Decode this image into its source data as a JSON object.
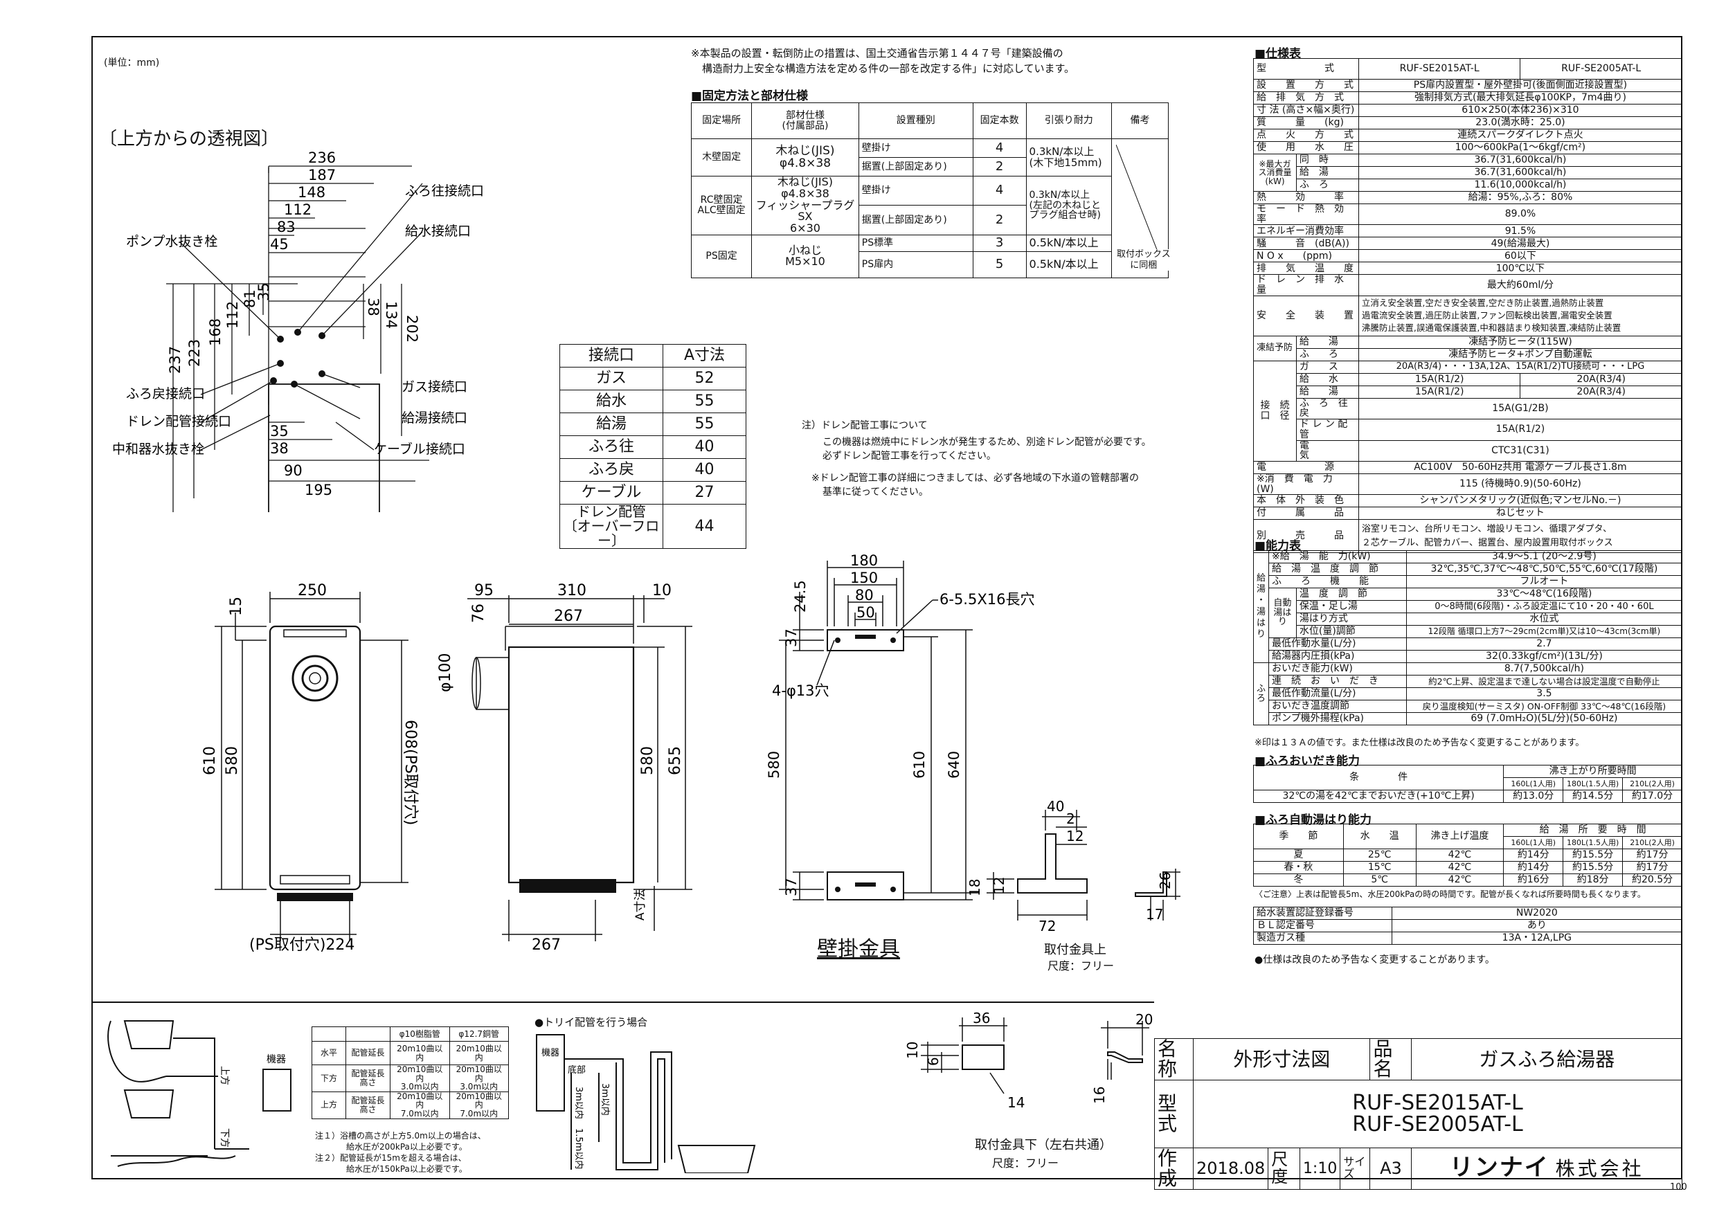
{
  "unit_note": "(単位：mm)",
  "top_view_title": "〔上方からの透視図〕",
  "top_view_labels": {
    "pump_drain": "ポンプ水抜き栓",
    "furo_out": "ふろ往接続口",
    "water_in": "給水接続口",
    "furo_return": "ふろ戻接続口",
    "drain_pipe": "ドレン配管接続口",
    "neutralizer_drain": "中和器水抜き栓",
    "gas": "ガス接続口",
    "hot_water": "給湯接続口",
    "cable": "ケーブル接続口"
  },
  "top_view_dims": {
    "d236": "236",
    "d187": "187",
    "d148": "148",
    "d112": "112",
    "d83": "83",
    "d45": "45",
    "v237": "237",
    "v223": "223",
    "v168": "168",
    "v112": "112",
    "v81": "81",
    "v35": "35",
    "v38": "38",
    "v134": "134",
    "v202": "202",
    "b35": "35",
    "b38": "38",
    "b90": "90",
    "b195": "195"
  },
  "notice": [
    "※本製品の設置・転倒防止の措置は、国土交通省告示第１４４７号「建築設備の",
    "構造耐力上安全な構造方法を定める件の一部を改定する件」に対応しています。"
  ],
  "fix_table": {
    "title": "■固定方法と部材仕様",
    "headers": [
      "固定場所",
      "部材仕様\n(付属部品)",
      "設置種別",
      "固定本数",
      "引張り耐力",
      "備考"
    ],
    "r1": {
      "place": "木壁固定",
      "part": "木ねじ(JIS)\nφ4.8×38",
      "t1": "壁掛け",
      "n1": "4",
      "f1": "0.3kN/本以上\n(木下地15mm)",
      "t2": "据置(上部固定あり)",
      "n2": "2"
    },
    "r2": {
      "place": "RC壁固定\nALC壁固定",
      "part": "木ねじ(JIS)\nφ4.8×38\nフィッシャープラグSX\n6×30",
      "t1": "壁掛け",
      "n1": "4",
      "f1": "0.3kN/本以上\n(左記の木ねじと\nプラグ組合せ時)",
      "t2": "据置(上部固定あり)",
      "n2": "2"
    },
    "r3": {
      "place": "PS固定",
      "part": "小ねじ\nM5×10",
      "t1": "PS標準",
      "n1": "3",
      "f1": "0.5kN/本以上",
      "t2": "PS扉内",
      "n2": "5",
      "f2": "0.5kN/本以上",
      "note": "取付ボックス\nに同梱"
    }
  },
  "conn_table": {
    "headers": [
      "接続口",
      "A寸法"
    ],
    "rows": [
      [
        "ガス",
        "52"
      ],
      [
        "給水",
        "55"
      ],
      [
        "給湯",
        "55"
      ],
      [
        "ふろ往",
        "40"
      ],
      [
        "ふろ戻",
        "40"
      ],
      [
        "ケーブル",
        "27"
      ],
      [
        "ドレン配管\n〔オーバーフロー〕",
        "44"
      ]
    ]
  },
  "drain_note": [
    "注）ドレン配管工事について",
    "この機器は燃焼中にドレン水が発生するため、別途ドレン配管が必要です。",
    "必ずドレン配管工事を行ってください。",
    "※ドレン配管工事の詳細につきましては、必ず各地域の下水道の管轄部署の",
    "基準に従ってください。"
  ],
  "spec": {
    "title": "■仕様表",
    "model_label": "型　　　　　　式",
    "models": [
      "RUF-SE2015AT-L",
      "RUF-SE2005AT-L"
    ],
    "rows": [
      [
        "設　　置　　方　　式",
        "PS扉内設置型・屋外壁掛可(後面側面近接設置型)"
      ],
      [
        "給　排　気　方　式",
        "強制排気方式(最大排気延長φ100KP，7m4曲り)"
      ],
      [
        "寸 法 (高さ×幅×奥行)",
        "610×250(本体236)×310"
      ],
      [
        "質　　　量　　(kg)",
        "23.0(満水時：25.0)"
      ],
      [
        "点　　火　　方　　式",
        "連続スパークダイレクト点火"
      ],
      [
        "使　　用　　水　　圧",
        "100〜600kPa(1〜6kgf/cm²)"
      ]
    ],
    "gas_label": "※最大ガス消費量\n(kW)",
    "gas_rows": [
      [
        "同　時",
        "36.7(31,600kcal/h)"
      ],
      [
        "給　湯",
        "36.7(31,600kcal/h)"
      ],
      [
        "ふ　ろ",
        "11.6(10,000kcal/h)"
      ]
    ],
    "rows2": [
      [
        "熱　　　効　　　率",
        "給湯：95%,ふろ：80%"
      ],
      [
        "モ　ー　ド　熱　効　率",
        "89.0%"
      ],
      [
        "エネルギー消費効率",
        "91.5%"
      ],
      [
        "騒　　　音　(dB(A))",
        "49(給湯最大)"
      ],
      [
        "N O x　　(ppm)",
        "60以下"
      ],
      [
        "排　　気　　温　　度",
        "100℃以下"
      ],
      [
        "ド　レ　ン　排　水　量",
        "最大約60ml/分"
      ]
    ],
    "safety_label": "安　　全　　装　　置",
    "safety": [
      "立消え安全装置,空だき安全装置,空だき防止装置,過熱防止装置",
      "過電流安全装置,過圧防止装置,ファン回転検出装置,漏電安全装置",
      "沸騰防止装置,誤通電保護装置,中和器詰まり検知装置,凍結防止装置"
    ],
    "freeze_label": "凍結予防",
    "freeze": [
      [
        "給　　湯",
        "凍結予防ヒータ(115W)"
      ],
      [
        "ふ　　ろ",
        "凍結予防ヒータ+ポンプ自動運転"
      ]
    ],
    "conn_label": "接　続\n口　径",
    "gas_conn": [
      "ガ　　ス",
      "20A(R3/4)・・・13A,12A、15A(R1/2)TU接続可・・・LPG"
    ],
    "conn_rows": [
      [
        "給　　水",
        "15A(R1/2)",
        "20A(R3/4)"
      ],
      [
        "給　　湯",
        "15A(R1/2)",
        "20A(R3/4)"
      ]
    ],
    "conn_rows2": [
      [
        "ふ　ろ　往　戻",
        "15A(G1/2B)"
      ],
      [
        "ド レ ン 配 管",
        "15A(R1/2)"
      ],
      [
        "電　　　　気",
        "CTC31(C31)"
      ]
    ],
    "rows3": [
      [
        "電　　　　　　源",
        "AC100V　50-60Hz共用 電源ケーブル長さ1.8m"
      ],
      [
        "※消　費　電　力　(W)",
        "115 (待機時0.9)(50-60Hz)"
      ],
      [
        "本　体　外　装　色",
        "シャンパンメタリック(近似色;マンセルNo.－)"
      ],
      [
        "付　　　属　　　品",
        "ねじセット"
      ]
    ],
    "sold_label": "別　　　売　　　品",
    "sold": [
      "浴室リモコン、台所リモコン、増設リモコン、循環アダプタ、",
      "２芯ケーブル、配管カバー、据置台、屋内設置用取付ボックス"
    ]
  },
  "perf": {
    "title": "■能力表",
    "side1": "給\n湯\n・\n湯\nは\nり",
    "rows": [
      [
        "※給　湯　能　力(kW)",
        "34.9〜5.1 (20〜2.9号)"
      ],
      [
        "給　湯　温　度　調　節",
        "32℃,35℃,37℃〜48℃,50℃,55℃,60℃(17段階)"
      ],
      [
        "ふ　　ろ　　機　　能",
        "フルオート"
      ]
    ],
    "auto_label": "自動\n湯はり",
    "auto": [
      [
        "温　度　調　節",
        "33℃〜48℃(16段階)"
      ],
      [
        "保温・足し湯",
        "0〜8時間(6段階)・ふろ設定温にて10・20・40・60L"
      ],
      [
        "湯はり方式",
        "水位式"
      ],
      [
        "水位(量)調節",
        "12段階 循環口上方7〜29cm(2cm単)又は10〜43cm(3cm単)"
      ]
    ],
    "rows2": [
      [
        "最低作動水量(L/分)",
        "2.7"
      ],
      [
        "給湯器内圧損(kPa)",
        "32(0.33kgf/cm²)(13L/分)"
      ]
    ],
    "side2": "ふ\nろ",
    "furo": [
      [
        "おいだき能力(kW)",
        "8.7(7,500kcal/h)"
      ],
      [
        "連　続　お　い　だ　き",
        "約2℃上昇、設定温まで達しない場合は設定温度で自動停止"
      ],
      [
        "最低作動流量(L/分)",
        "3.5"
      ],
      [
        "おいだき温度調節",
        "戻り温度検知(サーミスタ) ON-OFF制御 33℃〜48℃(16段階)"
      ],
      [
        "ポンプ機外揚程(kPa)",
        "69 (7.0mH₂O)(5L/分)(50-60Hz)"
      ]
    ],
    "footnote": "※印は１３Ａの値です。また仕様は改良のため予告なく変更することがあります。"
  },
  "reheat": {
    "title": "■ふろおいだき能力",
    "h1": "条　　　　件",
    "h2": "沸き上がり所要時間",
    "subs": [
      "160L(1人用)",
      "180L(1.5人用)",
      "210L(2人用)"
    ],
    "cond": "32℃の湯を42℃までおいだき(+10℃上昇)",
    "vals": [
      "約13.0分",
      "約14.5分",
      "約17.0分"
    ]
  },
  "autofill": {
    "title": "■ふろ自動湯はり能力",
    "headers": [
      "季　　節",
      "水　　温",
      "沸き上げ温度",
      "給　湯　所　要　時　間"
    ],
    "subs": [
      "160L(1人用)",
      "180L(1.5人用)",
      "210L(2人用)"
    ],
    "rows": [
      [
        "夏",
        "25℃",
        "42℃",
        "約14分",
        "約15.5分",
        "約17分"
      ],
      [
        "春・秋",
        "15℃",
        "42℃",
        "約14分",
        "約15.5分",
        "約17分"
      ],
      [
        "冬",
        "5℃",
        "42℃",
        "約16分",
        "約18分",
        "約20.5分"
      ]
    ],
    "note": "〈ご注意〉上表は配管長5m、水圧200kPaの時の時間です。配管が長くなれば所要時間も長くなります。"
  },
  "reg": {
    "rows": [
      [
        "給水装置認証登録番号",
        "NW2020"
      ],
      [
        "ＢＬ認定番号",
        "あり"
      ],
      [
        "製造ガス種",
        "13A・12A,LPG"
      ]
    ],
    "note": "●仕様は改良のため予告なく変更することがあります。"
  },
  "front_dims": {
    "w250": "250",
    "h15": "15",
    "h610": "610",
    "h580": "580",
    "h608": "608(PS取付穴)",
    "w224": "(PS取付穴)224"
  },
  "side_dims": {
    "w95": "95",
    "w310": "310",
    "w10": "10",
    "w267": "267",
    "h76": "76",
    "d100": "φ100",
    "h580": "580",
    "h655": "655",
    "b267": "267",
    "a": "A寸法"
  },
  "bracket_dims": {
    "w180": "180",
    "w150": "150",
    "w80": "80",
    "w50": "50",
    "h24": "24.5",
    "h37": "37",
    "slot": "6-5.5X16長穴",
    "hole": "4-φ13穴",
    "h580": "580",
    "h610": "610",
    "h640": "640",
    "h37b": "37"
  },
  "bracket_title": "壁掛金具",
  "upper_fit": {
    "title": "取付金具上",
    "scale": "尺度：フリー",
    "d40": "40",
    "d12": "12",
    "d2": "2",
    "d18": "18",
    "d12b": "12",
    "d72": "72",
    "d26": "26",
    "d17": "17"
  },
  "lower_fit": {
    "title": "取付金具下（左右共通）",
    "scale": "尺度：フリー",
    "d36": "36",
    "d10": "10",
    "d6": "6",
    "d14": "14",
    "d20": "20",
    "d16": "16"
  },
  "pipe": {
    "headers": [
      "",
      "",
      "φ10樹脂管",
      "φ12.7銅管"
    ],
    "rows": [
      [
        "水平",
        "配管延長",
        "20m10曲以内",
        "20m10曲以内"
      ],
      [
        "下方",
        "配管延長\n高さ",
        "20m10曲以内\n3.0m以内",
        "20m10曲以内\n3.0m以内"
      ],
      [
        "上方",
        "配管延長\n高さ",
        "20m10曲以内\n7.0m以内",
        "20m10曲以内\n7.0m以内"
      ]
    ],
    "notes": [
      "注１）浴槽の高さが上方5.0m以上の場合は、",
      "給水圧が200kPa以上必要です。",
      "注２）配管延長が15mを超える場合は、",
      "給水圧が150kPa以上必要です。"
    ],
    "trap_title": "●トリイ配管を行う場合",
    "labels": {
      "up": "上方",
      "down": "下方",
      "unit": "機器",
      "unit2": "機器",
      "bottom": "底部",
      "h3m": "3m以内",
      "h15m": "1.5m以内",
      "h3m2": "3m以内"
    }
  },
  "title_block": {
    "name_label": "名称",
    "name": "外形寸法図",
    "product_label": "品名",
    "product": "ガスふろ給湯器",
    "model_label": "型式",
    "models": [
      "RUF-SE2015AT-L",
      "RUF-SE2005AT-L"
    ],
    "made_label": "作成",
    "date": "2018.08",
    "scale_label": "尺度",
    "scale": "1:10",
    "size_label": "サイズ",
    "size": "A3",
    "company": "リンナイ",
    "company_suffix": "株式会社"
  },
  "page_no": "100"
}
